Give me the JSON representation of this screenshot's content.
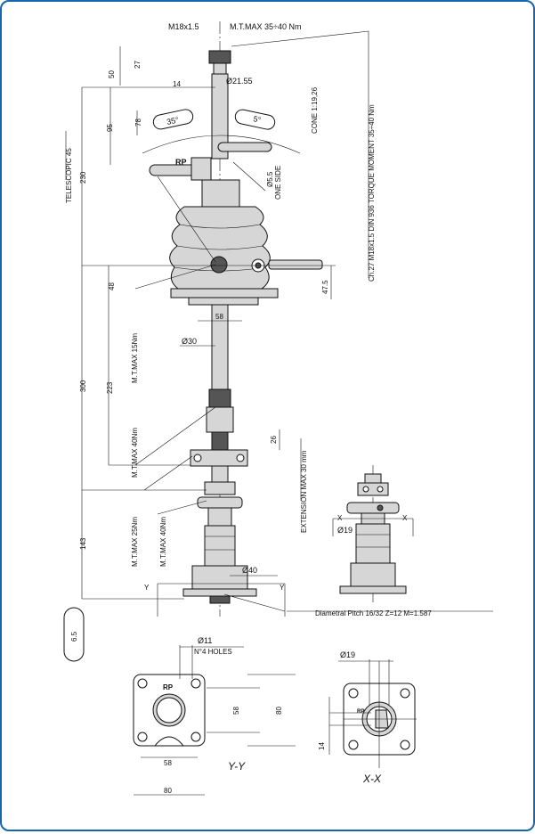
{
  "drawing": {
    "dim_thread": "M18x1.5",
    "dim_torque_top": "M.T.MAX 35÷40 Nm",
    "dim_50": "50",
    "dim_27": "27",
    "dim_14_top": "14",
    "dim_d2155": "Ø21.55",
    "dim_95": "95",
    "dim_78": "78",
    "angle_35": "35°",
    "angle_5": "5°",
    "cone": "CONE 1:19,26",
    "ch27_note": "Ch.27 M18x1.5 DIN 936 TORQUE MOMENT 35÷40 Nm",
    "telescopic": "TELESCOPIC 45",
    "dim_230": "230",
    "dim_d55": "Ø5.5",
    "one_side": "ONE SIDE",
    "dim_48": "48",
    "dim_475": "47.5",
    "dim_58_mid": "58",
    "dim_d30": "Ø30",
    "torque_15": "M.T.MAX 15Nm",
    "dim_300": "300",
    "dim_223": "223",
    "dim_26": "26",
    "torque_40_a": "M.T.MAX 40Nm",
    "extension": "EXTENSION MAX 30 mm",
    "dim_d19_side": "Ø19",
    "label_x_left": "X",
    "label_x_right": "X",
    "dim_143": "143",
    "torque_25": "M.T.MAX 25Nm",
    "torque_40_b": "M.T.MAX 40Nm",
    "dim_d40": "Ø40",
    "label_y_left": "Y",
    "label_y_right": "Y",
    "diametral_pitch": "Diametral Pitch 16/32 Z=12 M=1.587",
    "dim_65": "6.5",
    "dim_d11": "Ø11",
    "holes": "N°4 HOLES",
    "dim_58_yy_v": "58",
    "dim_80_yy_v": "80",
    "dim_58_yy_h": "58",
    "dim_80_yy_h": "80",
    "view_yy": "Y-Y",
    "dim_d19_xx": "Ø19",
    "dim_14_xx": "14",
    "view_xx": "X-X",
    "logo": "RP"
  }
}
